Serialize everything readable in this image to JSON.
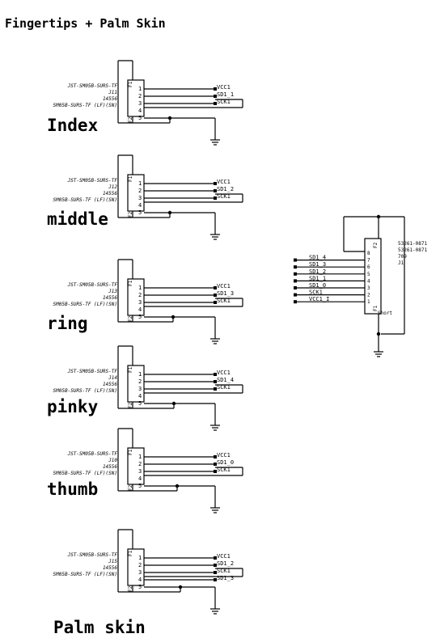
{
  "title": "Fingertips + Palm Skin",
  "connectors": [
    {
      "label": "Index",
      "ref": "J11",
      "part": "JST-SM05B-SURS-TF",
      "num": "14556",
      "alt": "SM05B-SURS-TF (LF)(SN)",
      "nets": [
        "VCC1",
        "SD1_1",
        "SCK1"
      ]
    },
    {
      "label": "middle",
      "ref": "J12",
      "part": "JST-SM05B-SURS-TF",
      "num": "14556",
      "alt": "SM05B-SURS-TF (LF)(SN)",
      "nets": [
        "VCC1",
        "SD1_2",
        "SCK1"
      ]
    },
    {
      "label": "ring",
      "ref": "J13",
      "part": "JST-SM05B-SURS-TF",
      "num": "14556",
      "alt": "SM05B-SURS-TF (LF)(SN)",
      "nets": [
        "VCC1",
        "SD1_3",
        "SCK1"
      ]
    },
    {
      "label": "pinky",
      "ref": "J14",
      "part": "JST-SM05B-SURS-TF",
      "num": "14556",
      "alt": "SM05B-SURS-TF (LF)(SN)",
      "nets": [
        "VCC1",
        "SD1_4",
        "SCK1"
      ]
    },
    {
      "label": "thumb",
      "ref": "J10",
      "part": "JST-SM05B-SURS-TF",
      "num": "14556",
      "alt": "SM05B-SURS-TF (LF)(SN)",
      "nets": [
        "VCC1",
        "SD1_0",
        "SCK1"
      ]
    },
    {
      "label": "Palm skin",
      "ref": "J15",
      "part": "JST-SM05B-SURS-TF",
      "num": "14556",
      "alt": "SM05B-SURS-TF (LF)(SN)",
      "nets": [
        "VCC1",
        "SD1_2",
        "SCK1",
        "SD1_3"
      ]
    }
  ],
  "pin_numbers": [
    "1",
    "2",
    "3",
    "4",
    "5"
  ],
  "flags": {
    "top": "F1",
    "bottom": "F2"
  },
  "main_connector": {
    "ref": "J1",
    "part_lines": [
      "53261-0871",
      "53261-0871",
      "709"
    ],
    "short_label": "Short",
    "pins": [
      {
        "num": "8",
        "net": ""
      },
      {
        "num": "7",
        "net": "SD1_4"
      },
      {
        "num": "6",
        "net": "SD1_3"
      },
      {
        "num": "5",
        "net": "SD1_2"
      },
      {
        "num": "4",
        "net": "SD1_1"
      },
      {
        "num": "3",
        "net": "SD1_0"
      },
      {
        "num": "2",
        "net": "SCK1"
      },
      {
        "num": "1",
        "net": "VCC1_I"
      }
    ]
  },
  "ground_icon": "ground-symbol-icon"
}
